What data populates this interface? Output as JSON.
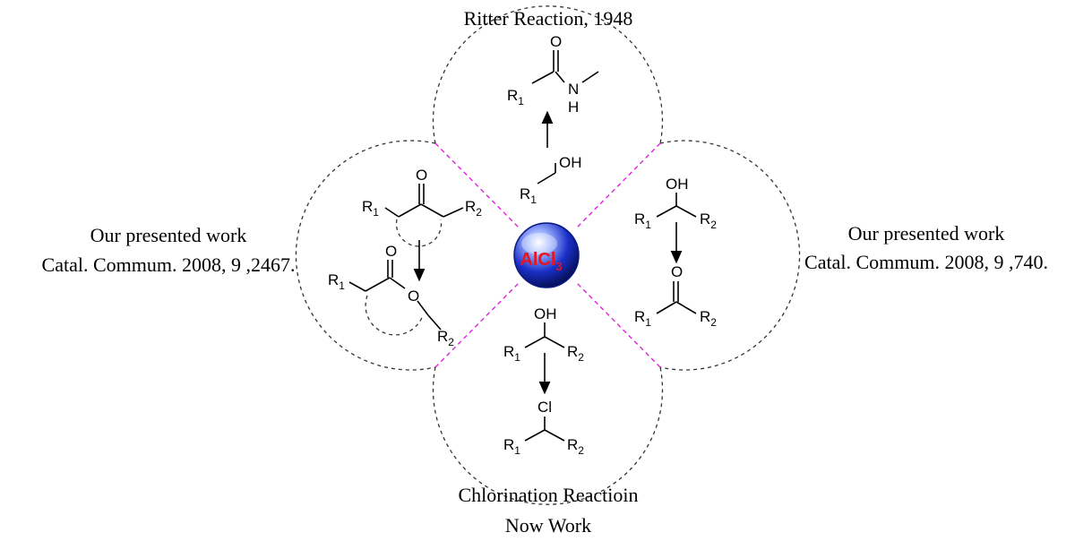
{
  "captions": {
    "top": "Ritter Reaction, 1948",
    "left_line1": "Our presented work",
    "left_line2": "Catal. Commum. 2008, 9 ,2467.",
    "right_line1": "Our presented work",
    "right_line2": "Catal. Commum. 2008, 9 ,740.",
    "bottom_line1": "Chlorination Reactioin",
    "bottom_line2": "Now Work"
  },
  "catalyst": {
    "main": "AlCl",
    "sub": "3",
    "sphere_color": "#1a30c8",
    "text_color": "#e8141e"
  },
  "chem": {
    "R": "R",
    "n1": "1",
    "n2": "2",
    "O": "O",
    "OH": "OH",
    "N": "N",
    "H": "H",
    "Cl": "Cl"
  },
  "colors": {
    "separator": "#e020e0",
    "circle": "#333333"
  }
}
